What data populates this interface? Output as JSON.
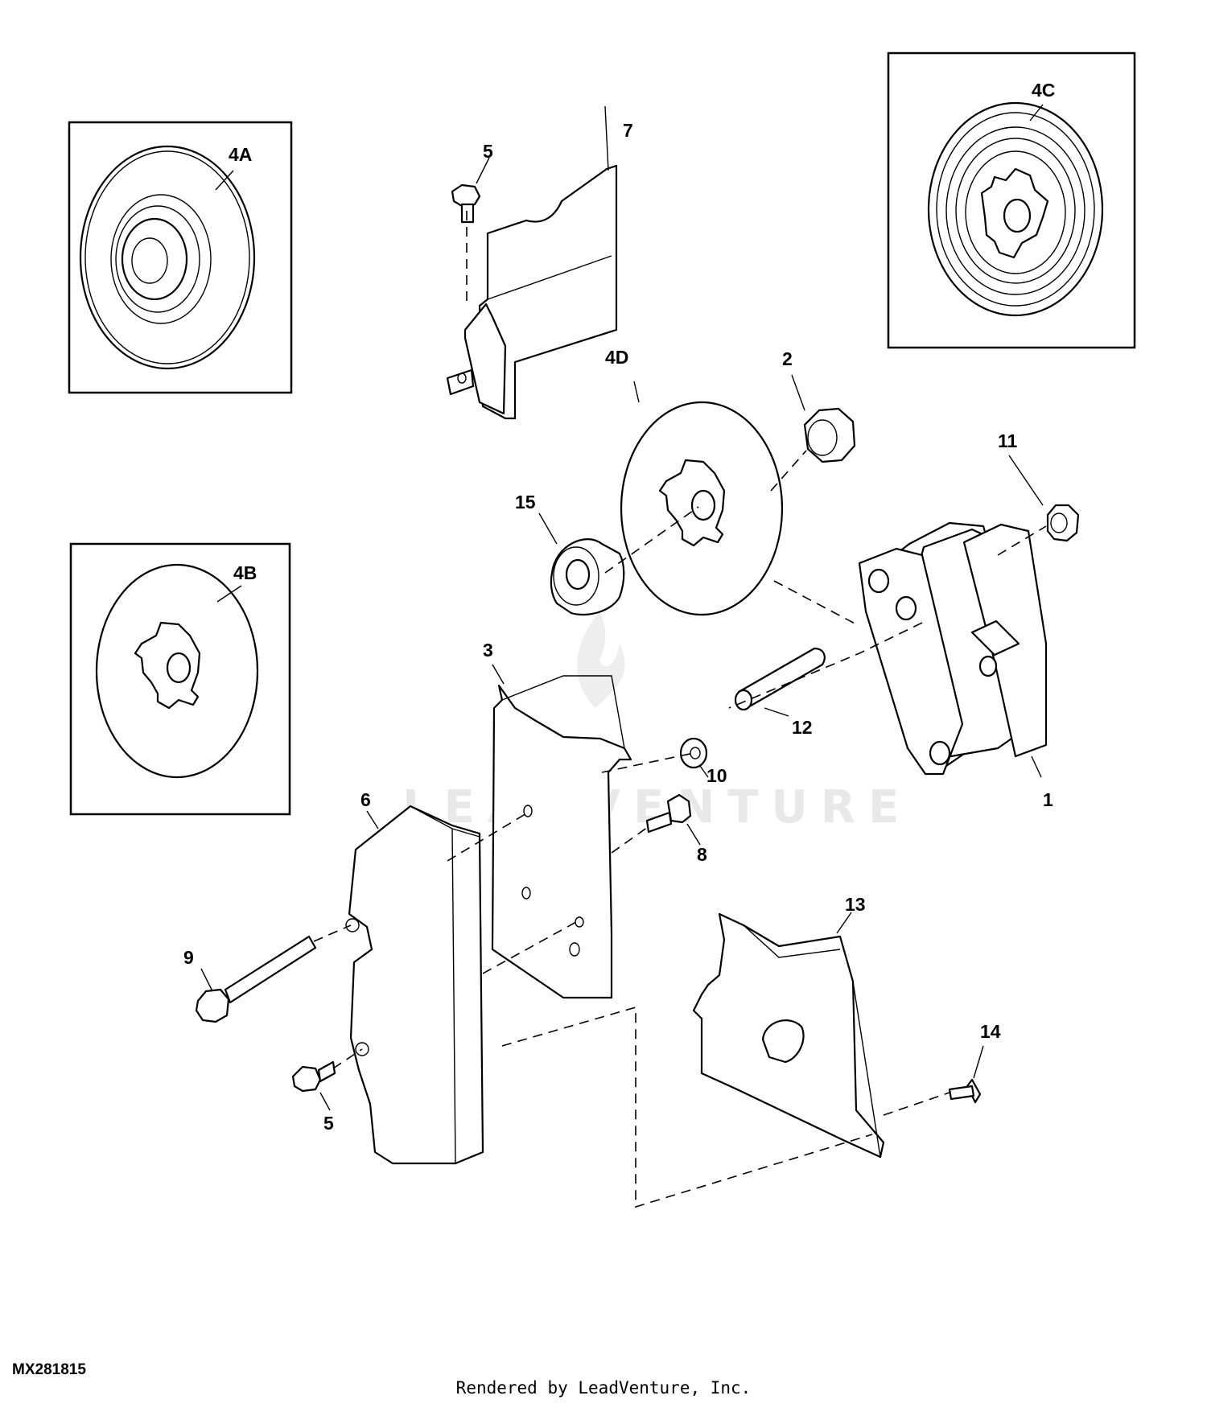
{
  "diagram": {
    "code": "MX281815",
    "footer": "Rendered by LeadVenture, Inc.",
    "watermark": "LEADVENTURE",
    "callouts": {
      "c1": "1",
      "c2": "2",
      "c3": "3",
      "c4a": "4A",
      "c4b": "4B",
      "c4c": "4C",
      "c4d": "4D",
      "c5a": "5",
      "c5b": "5",
      "c6": "6",
      "c7": "7",
      "c8": "8",
      "c9": "9",
      "c10": "10",
      "c11": "11",
      "c12": "12",
      "c13": "13",
      "c14": "14",
      "c15": "15"
    }
  }
}
